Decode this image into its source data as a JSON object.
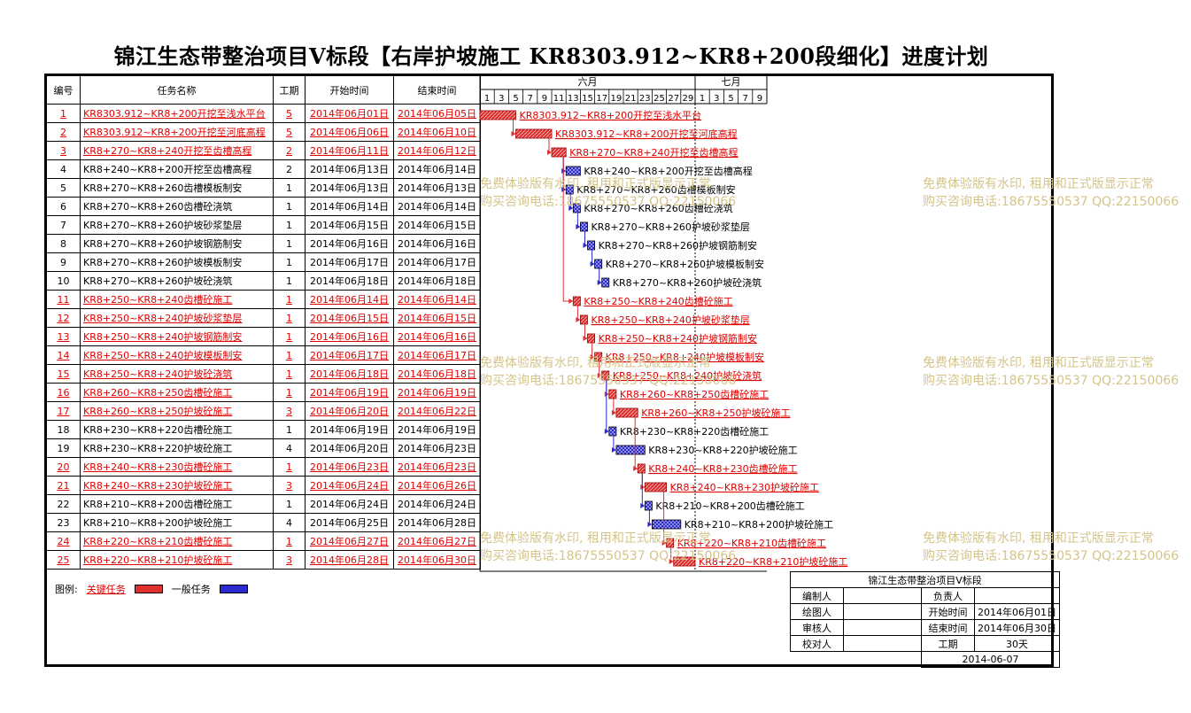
{
  "title": "锦江生态带整治项目V标段【右岸护坡施工 KR8303.912~KR8+200段细化】进度计划",
  "columns": {
    "id": "编号",
    "name": "任务名称",
    "duration": "工期",
    "start": "开始时间",
    "end": "结束时间"
  },
  "months": [
    "六月",
    "七月"
  ],
  "june_day_ticks": [
    "1",
    "3",
    "5",
    "7",
    "9",
    "11",
    "13",
    "15",
    "17",
    "19",
    "21",
    "23",
    "25",
    "27",
    "29"
  ],
  "july_day_ticks": [
    "1",
    "3",
    "5",
    "7",
    "9"
  ],
  "colors": {
    "critical": "#e03030",
    "normal": "#2a2ad0",
    "critical_text": "#e00000",
    "watermark": "#d4c48a"
  },
  "chart_data": {
    "type": "gantt",
    "x_unit": "day",
    "xlim": [
      "2014-06-01",
      "2014-07-10"
    ],
    "tasks": [
      {
        "id": "1",
        "name": "KR8303.912~KR8+200开挖至浅水平台",
        "duration": "5",
        "start": "2014年06月01日",
        "end": "2014年06月05日",
        "critical": true,
        "start_day": 1,
        "end_day": 5,
        "pred": null
      },
      {
        "id": "2",
        "name": "KR8303.912~KR8+200开挖至河底高程",
        "duration": "5",
        "start": "2014年06月06日",
        "end": "2014年06月10日",
        "critical": true,
        "start_day": 6,
        "end_day": 10,
        "pred": "1"
      },
      {
        "id": "3",
        "name": "KR8+270~KR8+240开挖至齿槽高程",
        "duration": "2",
        "start": "2014年06月11日",
        "end": "2014年06月12日",
        "critical": true,
        "start_day": 11,
        "end_day": 12,
        "pred": "2"
      },
      {
        "id": "4",
        "name": "KR8+240~KR8+200开挖至齿槽高程",
        "duration": "2",
        "start": "2014年06月13日",
        "end": "2014年06月14日",
        "critical": false,
        "start_day": 13,
        "end_day": 14,
        "pred": "3"
      },
      {
        "id": "5",
        "name": "KR8+270~KR8+260齿槽模板制安",
        "duration": "1",
        "start": "2014年06月13日",
        "end": "2014年06月13日",
        "critical": false,
        "start_day": 13,
        "end_day": 13,
        "pred": "3"
      },
      {
        "id": "6",
        "name": "KR8+270~KR8+260齿槽砼浇筑",
        "duration": "1",
        "start": "2014年06月14日",
        "end": "2014年06月14日",
        "critical": false,
        "start_day": 14,
        "end_day": 14,
        "pred": "5"
      },
      {
        "id": "7",
        "name": "KR8+270~KR8+260护坡砂浆垫层",
        "duration": "1",
        "start": "2014年06月15日",
        "end": "2014年06月15日",
        "critical": false,
        "start_day": 15,
        "end_day": 15,
        "pred": "6"
      },
      {
        "id": "8",
        "name": "KR8+270~KR8+260护坡钢筋制安",
        "duration": "1",
        "start": "2014年06月16日",
        "end": "2014年06月16日",
        "critical": false,
        "start_day": 16,
        "end_day": 16,
        "pred": "7"
      },
      {
        "id": "9",
        "name": "KR8+270~KR8+260护坡模板制安",
        "duration": "1",
        "start": "2014年06月17日",
        "end": "2014年06月17日",
        "critical": false,
        "start_day": 17,
        "end_day": 17,
        "pred": "8"
      },
      {
        "id": "10",
        "name": "KR8+270~KR8+260护坡砼浇筑",
        "duration": "1",
        "start": "2014年06月18日",
        "end": "2014年06月18日",
        "critical": false,
        "start_day": 18,
        "end_day": 18,
        "pred": "9"
      },
      {
        "id": "11",
        "name": "KR8+250~KR8+240齿槽砼施工",
        "duration": "1",
        "start": "2014年06月14日",
        "end": "2014年06月14日",
        "critical": true,
        "start_day": 14,
        "end_day": 14,
        "pred": "3"
      },
      {
        "id": "12",
        "name": "KR8+250~KR8+240护坡砂浆垫层",
        "duration": "1",
        "start": "2014年06月15日",
        "end": "2014年06月15日",
        "critical": true,
        "start_day": 15,
        "end_day": 15,
        "pred": "11"
      },
      {
        "id": "13",
        "name": "KR8+250~KR8+240护坡钢筋制安",
        "duration": "1",
        "start": "2014年06月16日",
        "end": "2014年06月16日",
        "critical": true,
        "start_day": 16,
        "end_day": 16,
        "pred": "12"
      },
      {
        "id": "14",
        "name": "KR8+250~KR8+240护坡模板制安",
        "duration": "1",
        "start": "2014年06月17日",
        "end": "2014年06月17日",
        "critical": true,
        "start_day": 17,
        "end_day": 17,
        "pred": "13"
      },
      {
        "id": "15",
        "name": "KR8+250~KR8+240护坡砼浇筑",
        "duration": "1",
        "start": "2014年06月18日",
        "end": "2014年06月18日",
        "critical": true,
        "start_day": 18,
        "end_day": 18,
        "pred": "14"
      },
      {
        "id": "16",
        "name": "KR8+260~KR8+250齿槽砼施工",
        "duration": "1",
        "start": "2014年06月19日",
        "end": "2014年06月19日",
        "critical": true,
        "start_day": 19,
        "end_day": 19,
        "pred": "15"
      },
      {
        "id": "17",
        "name": "KR8+260~KR8+250护坡砼施工",
        "duration": "3",
        "start": "2014年06月20日",
        "end": "2014年06月22日",
        "critical": true,
        "start_day": 20,
        "end_day": 22,
        "pred": "16"
      },
      {
        "id": "18",
        "name": "KR8+230~KR8+220齿槽砼施工",
        "duration": "1",
        "start": "2014年06月19日",
        "end": "2014年06月19日",
        "critical": false,
        "start_day": 19,
        "end_day": 19,
        "pred": "15"
      },
      {
        "id": "19",
        "name": "KR8+230~KR8+220护坡砼施工",
        "duration": "4",
        "start": "2014年06月20日",
        "end": "2014年06月23日",
        "critical": false,
        "start_day": 20,
        "end_day": 23,
        "pred": "18"
      },
      {
        "id": "20",
        "name": "KR8+240~KR8+230齿槽砼施工",
        "duration": "1",
        "start": "2014年06月23日",
        "end": "2014年06月23日",
        "critical": true,
        "start_day": 23,
        "end_day": 23,
        "pred": "17"
      },
      {
        "id": "21",
        "name": "KR8+240~KR8+230护坡砼施工",
        "duration": "3",
        "start": "2014年06月24日",
        "end": "2014年06月26日",
        "critical": true,
        "start_day": 24,
        "end_day": 26,
        "pred": "20"
      },
      {
        "id": "22",
        "name": "KR8+210~KR8+200齿槽砼施工",
        "duration": "1",
        "start": "2014年06月24日",
        "end": "2014年06月24日",
        "critical": false,
        "start_day": 24,
        "end_day": 24,
        "pred": "20"
      },
      {
        "id": "23",
        "name": "KR8+210~KR8+200护坡砼施工",
        "duration": "4",
        "start": "2014年06月25日",
        "end": "2014年06月28日",
        "critical": false,
        "start_day": 25,
        "end_day": 28,
        "pred": "22"
      },
      {
        "id": "24",
        "name": "KR8+220~KR8+210齿槽砼施工",
        "duration": "1",
        "start": "2014年06月27日",
        "end": "2014年06月27日",
        "critical": true,
        "start_day": 27,
        "end_day": 27,
        "pred": "21"
      },
      {
        "id": "25",
        "name": "KR8+220~KR8+210护坡砼施工",
        "duration": "3",
        "start": "2014年06月28日",
        "end": "2014年06月30日",
        "critical": true,
        "start_day": 28,
        "end_day": 30,
        "pred": "24"
      }
    ]
  },
  "legend": {
    "label": "图例:",
    "critical": "关键任务",
    "normal": "一般任务"
  },
  "info": {
    "project": "锦江生态带整治项目V标段",
    "editor": "编制人",
    "owner": "负责人",
    "drawer": "绘图人",
    "start_label": "开始时间",
    "start_value": "2014年06月01日",
    "reviewer": "审核人",
    "end_label": "结束时间",
    "end_value": "2014年06月30日",
    "checker": "校对人",
    "duration_label": "工期",
    "duration_value": "30天",
    "date": "2014-06-07"
  },
  "watermark": {
    "line1": "免费体验版有水印, 租用和正式版显示正常",
    "line2": "购买咨询电话:18675550537 QQ:22150066"
  }
}
